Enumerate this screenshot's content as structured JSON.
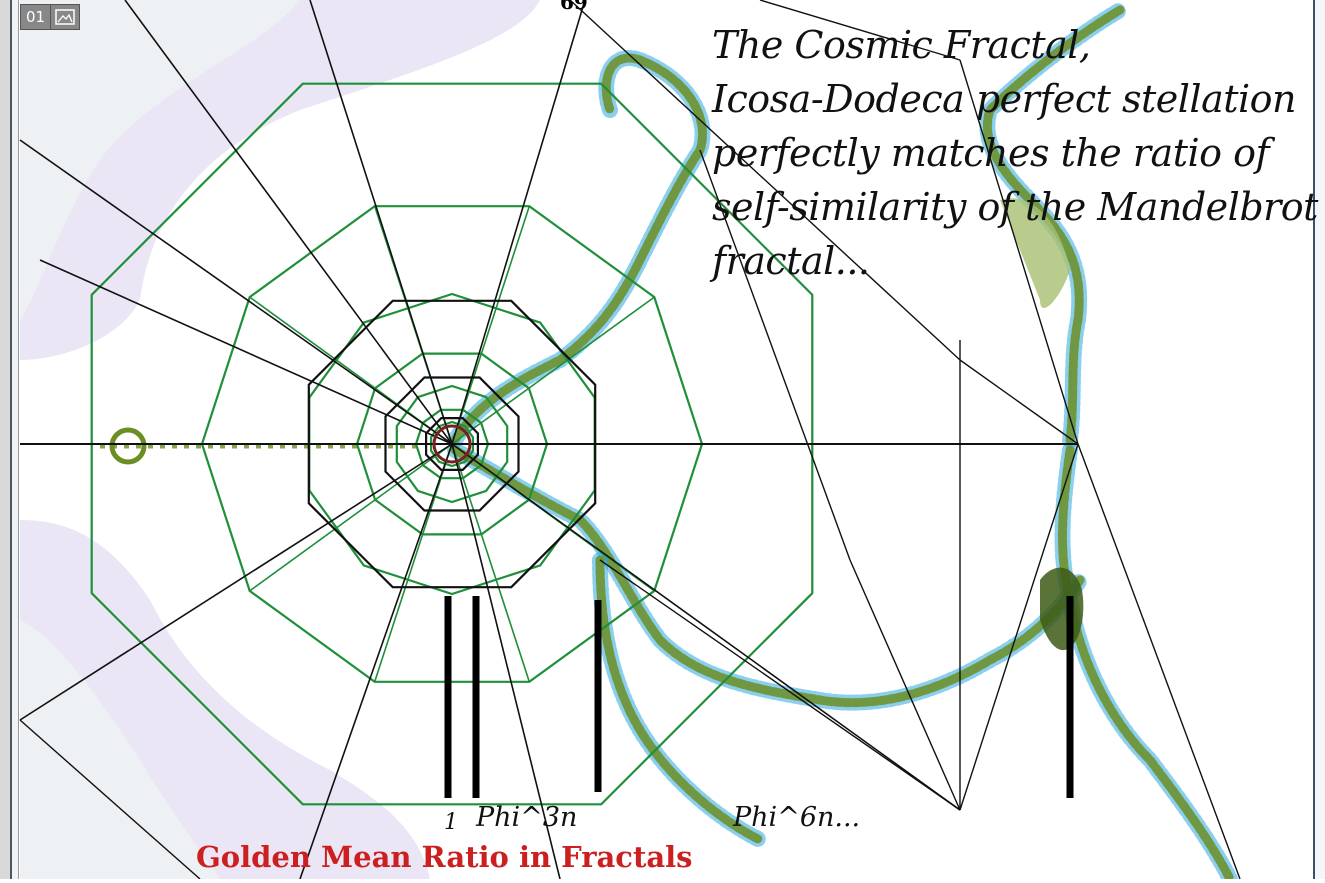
{
  "badge": {
    "number": "01",
    "icon": "image-icon"
  },
  "page_number": "69",
  "caption": {
    "lines": [
      "The Cosmic Fractal,",
      "Icosa-Dodeca perfect stellation",
      "perfectly matches the ratio of",
      "self-similarity of the Mandelbrot",
      "fractal..."
    ]
  },
  "labels": {
    "one": "1",
    "phi3": "Phi^3n",
    "phi6": "Phi^6n..."
  },
  "footer": {
    "title": "Golden Mean Ratio in Fractals"
  },
  "colors": {
    "geometry_green": "#1f8f3a",
    "geometry_black": "#111111",
    "fractal_green": "#6b8e23",
    "fractal_blue": "#2aa7e0",
    "background_lavender": "#e4def2",
    "footer_red": "#cc1f1f"
  }
}
